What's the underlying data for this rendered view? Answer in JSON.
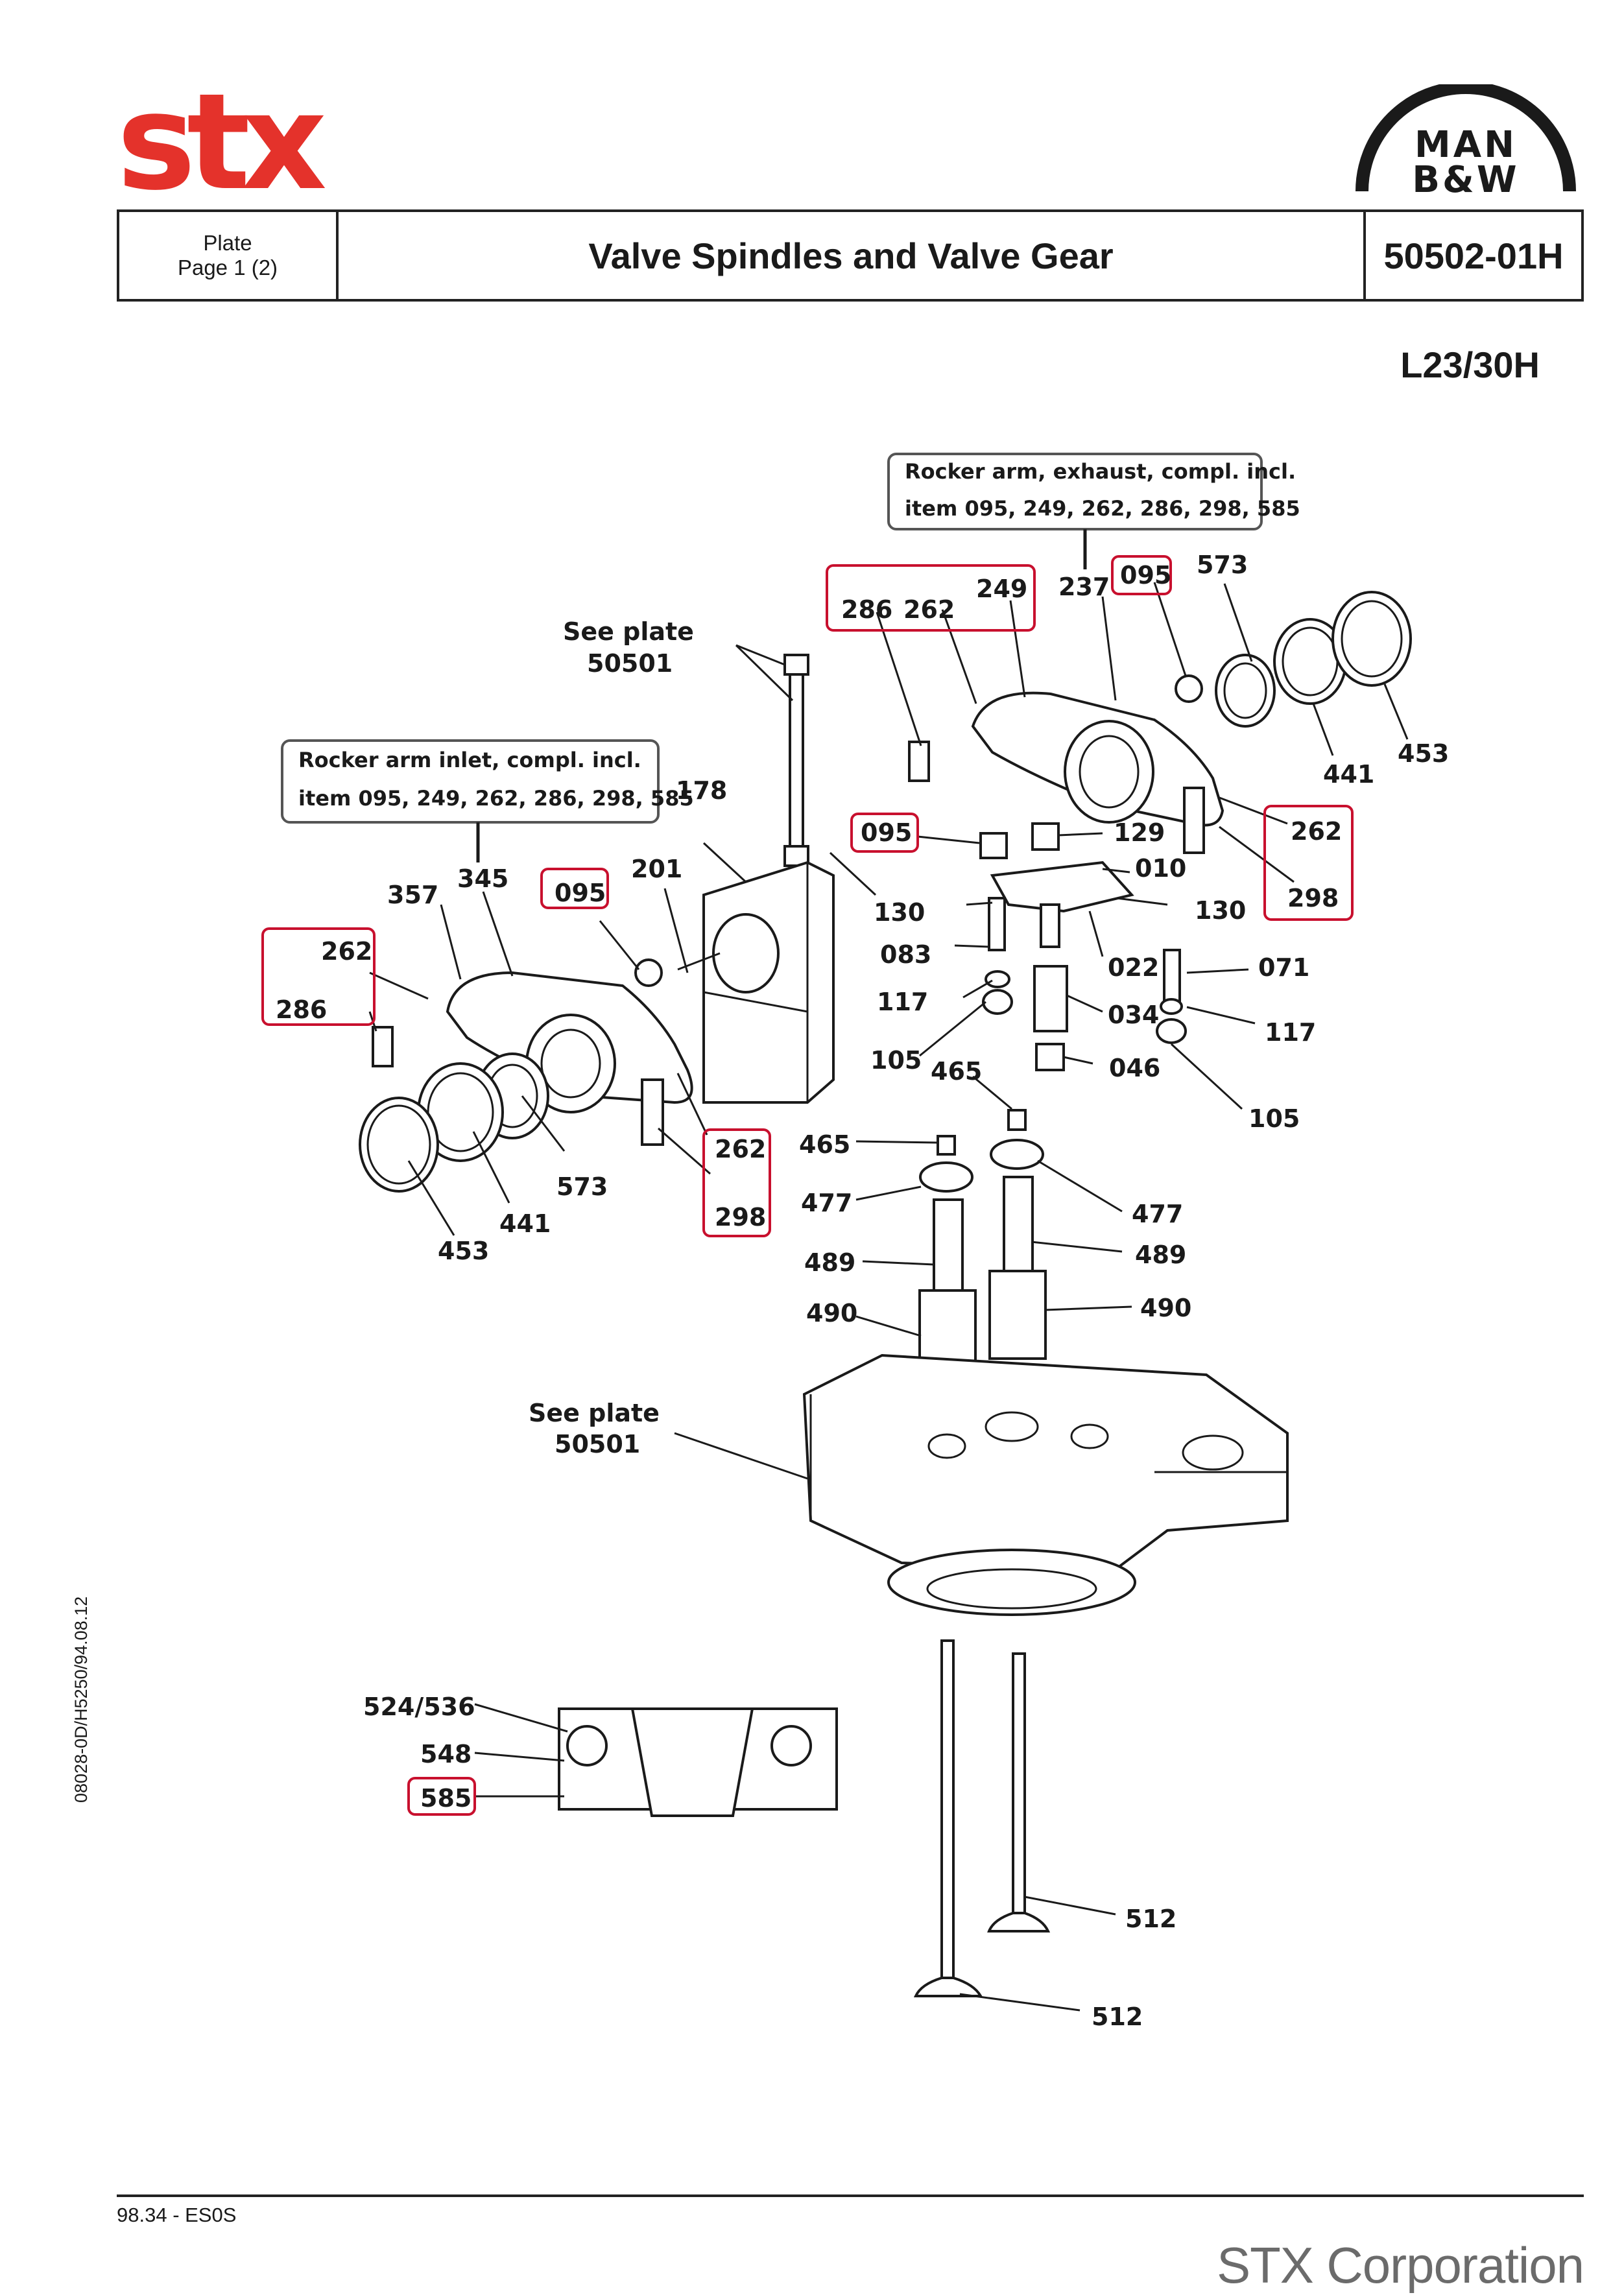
{
  "header": {
    "plate_label": "Plate",
    "page_label": "Page 1 (2)",
    "title": "Valve Spindles and Valve Gear",
    "plate_code": "50502-01H"
  },
  "model": "L23/30H",
  "side_code": "08028-0D/H5250/94.08.12",
  "footer": {
    "code": "98.34 - ES0S",
    "company": "STX Corporation"
  },
  "logos": {
    "stx": "stx",
    "man_line1": "MAN",
    "man_line2": "B&W"
  },
  "colors": {
    "stx_red": "#e4322b",
    "highlight_red": "#c8102e"
  },
  "notes": {
    "exhaust_line1": "Rocker arm, exhaust, compl. incl.",
    "exhaust_line2": "item 095, 249, 262, 286, 298, 585",
    "inlet_line1": "Rocker arm inlet, compl. incl.",
    "inlet_line2": "item 095, 249, 262, 286, 298, 585",
    "see_plate_top_1": "See  plate",
    "see_plate_top_2": "50501",
    "see_plate_mid_1": "See  plate",
    "see_plate_mid_2": "50501"
  },
  "labels": {
    "l286a": "286",
    "l262a": "262",
    "l249": "249",
    "l237": "237",
    "l095a": "095",
    "l573a": "573",
    "l453a": "453",
    "l441a": "441",
    "l178": "178",
    "l095b": "095",
    "l129": "129",
    "l262b": "262",
    "l010": "010",
    "l298b": "298",
    "l130a": "130",
    "l130b": "130",
    "l083": "083",
    "l022": "022",
    "l071": "071",
    "l117a": "117",
    "l034": "034",
    "l117b": "117",
    "l105a": "105",
    "l465a": "465",
    "l046": "046",
    "l105b": "105",
    "l357": "357",
    "l345": "345",
    "l095c": "095",
    "l201": "201",
    "l262c": "262",
    "l286c": "286",
    "l262d": "262",
    "l298d": "298",
    "l573b": "573",
    "l441b": "441",
    "l453b": "453",
    "l465b": "465",
    "l477a": "477",
    "l477b": "477",
    "l489a": "489",
    "l489b": "489",
    "l490a": "490",
    "l490b": "490",
    "l524": "524/536",
    "l548": "548",
    "l585": "585",
    "l512a": "512",
    "l512b": "512"
  }
}
